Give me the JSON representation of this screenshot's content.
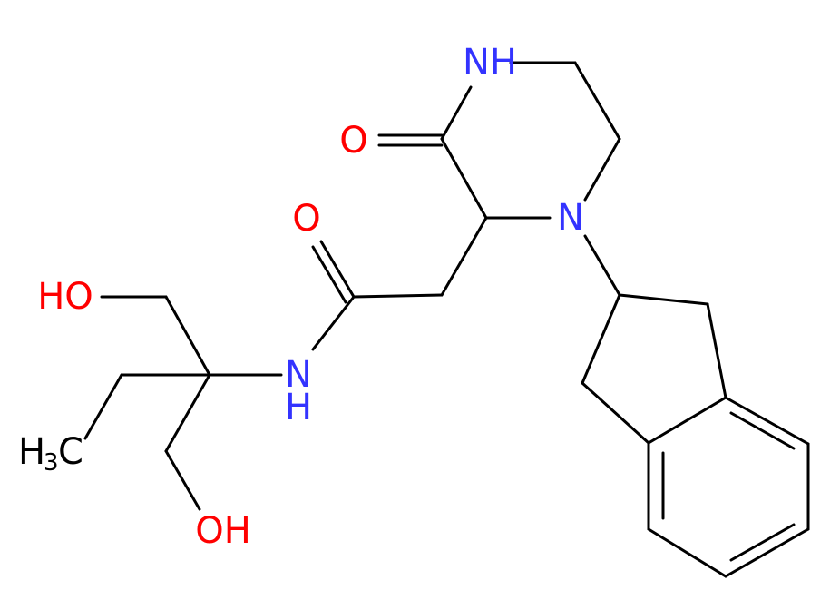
{
  "molecule": {
    "colors": {
      "carbon_bond": "#000000",
      "nitrogen": "#3333ff",
      "oxygen": "#ff0000",
      "carbon_label": "#000000"
    },
    "labels": {
      "nh_ring": "NH",
      "n_ring": "N",
      "o_ketone": "O",
      "o_amide": "O",
      "nh_amide_n": "N",
      "nh_amide_h": "H",
      "oh_top": "HO",
      "oh_bottom": "OH",
      "methyl_h": "H",
      "methyl_sub": "3",
      "methyl_c": "C"
    }
  }
}
